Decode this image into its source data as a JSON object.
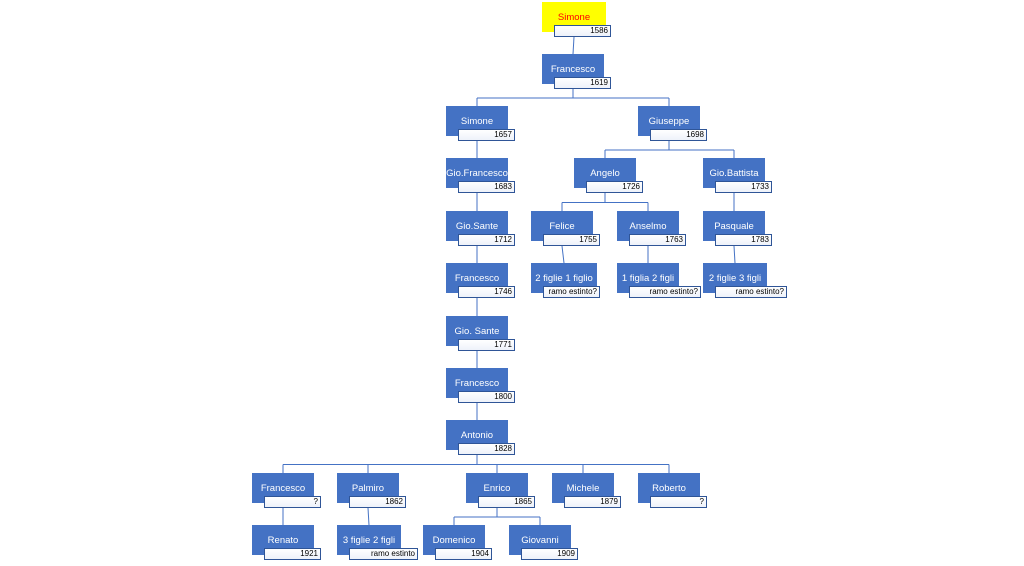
{
  "palette": {
    "box": "#4472c4",
    "root_box": "#ffff00",
    "root_text": "#ff0000",
    "line": "#4472c4"
  },
  "nodes": [
    {
      "id": "simone-root",
      "name": "Simone",
      "note": "1586",
      "root": true
    },
    {
      "id": "francesco-1",
      "name": "Francesco",
      "note": "1619"
    },
    {
      "id": "simone-2",
      "name": "Simone",
      "note": "1657"
    },
    {
      "id": "giuseppe",
      "name": "Giuseppe",
      "note": "1698"
    },
    {
      "id": "gio-francesco",
      "name": "Gio.Francesco",
      "note": "1683"
    },
    {
      "id": "angelo",
      "name": "Angelo",
      "note": "1726"
    },
    {
      "id": "gio-battista",
      "name": "Gio.Battista",
      "note": "1733"
    },
    {
      "id": "gio-sante-1",
      "name": "Gio.Sante",
      "note": "1712"
    },
    {
      "id": "felice",
      "name": "Felice",
      "note": "1755"
    },
    {
      "id": "anselmo",
      "name": "Anselmo",
      "note": "1763"
    },
    {
      "id": "pasquale",
      "name": "Pasquale",
      "note": "1783"
    },
    {
      "id": "francesco-2",
      "name": "Francesco",
      "note": "1746"
    },
    {
      "id": "felice-children",
      "name": "2 figlie 1 figlio",
      "note": "ramo estinto?"
    },
    {
      "id": "anselmo-children",
      "name": "1 figlia 2 figli",
      "note": "ramo estinto?"
    },
    {
      "id": "pasquale-children",
      "name": "2 figlie 3 figli",
      "note": "ramo estinto?"
    },
    {
      "id": "gio-sante-2",
      "name": "Gio. Sante",
      "note": "1771"
    },
    {
      "id": "francesco-3",
      "name": "Francesco",
      "note": "1800"
    },
    {
      "id": "antonio",
      "name": "Antonio",
      "note": "1828"
    },
    {
      "id": "francesco-4",
      "name": "Francesco",
      "note": "?"
    },
    {
      "id": "palmiro",
      "name": "Palmiro",
      "note": "1862"
    },
    {
      "id": "enrico",
      "name": "Enrico",
      "note": "1865"
    },
    {
      "id": "michele",
      "name": "Michele",
      "note": "1879"
    },
    {
      "id": "roberto",
      "name": "Roberto",
      "note": "?"
    },
    {
      "id": "renato",
      "name": "Renato",
      "note": "1921"
    },
    {
      "id": "palmiro-children",
      "name": "3 figlie 2 figli",
      "note": "ramo estinto"
    },
    {
      "id": "domenico",
      "name": "Domenico",
      "note": "1904"
    },
    {
      "id": "giovanni",
      "name": "Giovanni",
      "note": "1909"
    }
  ],
  "edges": [
    [
      "simone-root",
      "francesco-1"
    ],
    [
      "francesco-1",
      "simone-2"
    ],
    [
      "francesco-1",
      "giuseppe"
    ],
    [
      "simone-2",
      "gio-francesco"
    ],
    [
      "giuseppe",
      "angelo"
    ],
    [
      "giuseppe",
      "gio-battista"
    ],
    [
      "gio-francesco",
      "gio-sante-1"
    ],
    [
      "angelo",
      "felice"
    ],
    [
      "angelo",
      "anselmo"
    ],
    [
      "gio-battista",
      "pasquale"
    ],
    [
      "gio-sante-1",
      "francesco-2"
    ],
    [
      "felice",
      "felice-children"
    ],
    [
      "anselmo",
      "anselmo-children"
    ],
    [
      "pasquale",
      "pasquale-children"
    ],
    [
      "francesco-2",
      "gio-sante-2"
    ],
    [
      "gio-sante-2",
      "francesco-3"
    ],
    [
      "francesco-3",
      "antonio"
    ],
    [
      "antonio",
      "francesco-4"
    ],
    [
      "antonio",
      "palmiro"
    ],
    [
      "antonio",
      "enrico"
    ],
    [
      "antonio",
      "michele"
    ],
    [
      "antonio",
      "roberto"
    ],
    [
      "francesco-4",
      "renato"
    ],
    [
      "palmiro",
      "palmiro-children"
    ],
    [
      "enrico",
      "domenico"
    ],
    [
      "enrico",
      "giovanni"
    ]
  ]
}
